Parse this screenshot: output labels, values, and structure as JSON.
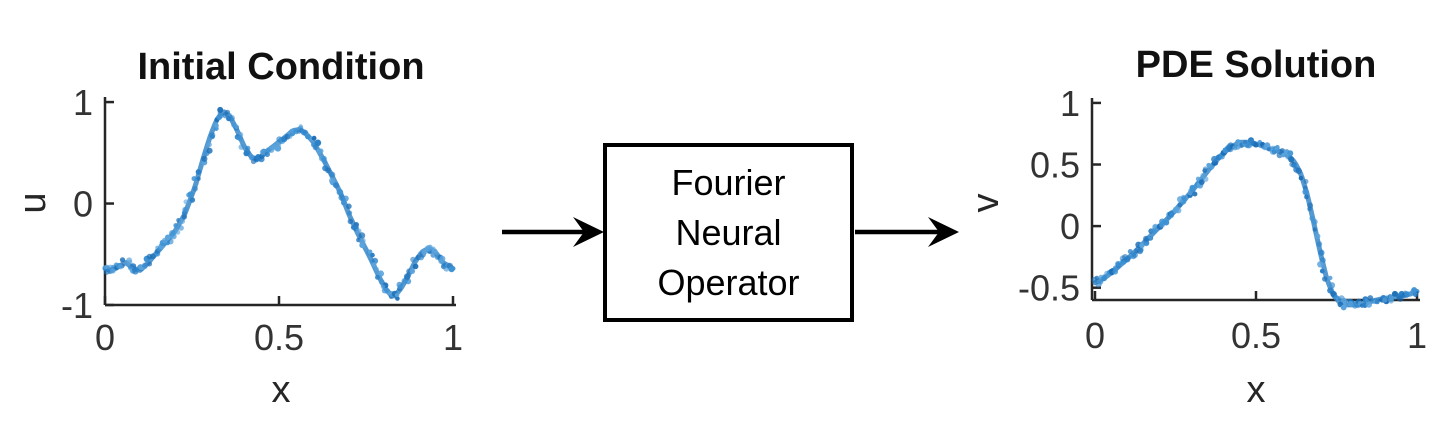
{
  "figure": {
    "background": "#ffffff",
    "axis_color": "#262626",
    "tick_label_color": "#333333",
    "title_color": "#111111",
    "curve_color": "#2b80c5",
    "curve_speckle_colors": [
      "#2a7fc6",
      "#1d6fb7",
      "#3d92d4",
      "#5aa3dc"
    ]
  },
  "diagram": {
    "box": {
      "lines": [
        "Fourier",
        "Neural",
        "Operator"
      ],
      "border_color": "#000000"
    },
    "icons": {
      "input_arrow": "arrow-right",
      "output_arrow": "arrow-right"
    }
  },
  "chart_data": [
    {
      "type": "scatter",
      "title": "Initial Condition",
      "xlabel": "x",
      "ylabel": "u",
      "xlim": [
        0,
        1
      ],
      "ylim": [
        -1,
        1.05
      ],
      "xticks": [
        0,
        0.5,
        1
      ],
      "xtick_labels": [
        "0",
        "0.5",
        "1"
      ],
      "yticks": [
        -1,
        0,
        1
      ],
      "ytick_labels": [
        "-1",
        "0",
        "1"
      ],
      "grid": false,
      "legend": null,
      "x": [
        0.0,
        0.02,
        0.04,
        0.06,
        0.08,
        0.1,
        0.12,
        0.15,
        0.18,
        0.2,
        0.23,
        0.26,
        0.28,
        0.3,
        0.32,
        0.34,
        0.36,
        0.38,
        0.4,
        0.42,
        0.44,
        0.46,
        0.49,
        0.52,
        0.54,
        0.56,
        0.58,
        0.6,
        0.63,
        0.66,
        0.68,
        0.7,
        0.73,
        0.76,
        0.79,
        0.81,
        0.83,
        0.85,
        0.87,
        0.89,
        0.91,
        0.93,
        0.95,
        0.97,
        1.0
      ],
      "y": [
        -0.64,
        -0.66,
        -0.62,
        -0.58,
        -0.64,
        -0.66,
        -0.6,
        -0.48,
        -0.36,
        -0.28,
        -0.1,
        0.18,
        0.42,
        0.64,
        0.82,
        0.91,
        0.85,
        0.72,
        0.56,
        0.46,
        0.43,
        0.5,
        0.58,
        0.66,
        0.72,
        0.73,
        0.68,
        0.6,
        0.42,
        0.22,
        0.08,
        -0.1,
        -0.32,
        -0.52,
        -0.74,
        -0.86,
        -0.92,
        -0.84,
        -0.72,
        -0.58,
        -0.48,
        -0.44,
        -0.48,
        -0.58,
        -0.64
      ]
    },
    {
      "type": "scatter",
      "title": "PDE Solution",
      "xlabel": "x",
      "ylabel": "v",
      "xlim": [
        0,
        1
      ],
      "ylim": [
        -0.6,
        1.04
      ],
      "xticks": [
        0,
        0.5,
        1
      ],
      "xtick_labels": [
        "0",
        "0.5",
        "1"
      ],
      "yticks": [
        -0.5,
        0,
        0.5,
        1
      ],
      "ytick_labels": [
        "-0.5",
        "0",
        "0.5",
        "1"
      ],
      "grid": false,
      "legend": null,
      "x": [
        0.0,
        0.03,
        0.06,
        0.09,
        0.12,
        0.15,
        0.18,
        0.21,
        0.24,
        0.27,
        0.3,
        0.33,
        0.36,
        0.39,
        0.42,
        0.45,
        0.48,
        0.51,
        0.54,
        0.57,
        0.6,
        0.62,
        0.64,
        0.66,
        0.68,
        0.7,
        0.72,
        0.74,
        0.76,
        0.78,
        0.8,
        0.83,
        0.86,
        0.89,
        0.92,
        0.95,
        0.98,
        1.0
      ],
      "y": [
        -0.46,
        -0.42,
        -0.36,
        -0.29,
        -0.22,
        -0.14,
        -0.06,
        0.02,
        0.1,
        0.19,
        0.28,
        0.38,
        0.48,
        0.57,
        0.64,
        0.68,
        0.68,
        0.66,
        0.63,
        0.61,
        0.57,
        0.52,
        0.42,
        0.25,
        0.02,
        -0.22,
        -0.43,
        -0.56,
        -0.62,
        -0.64,
        -0.64,
        -0.63,
        -0.61,
        -0.59,
        -0.58,
        -0.57,
        -0.55,
        -0.53
      ]
    }
  ]
}
